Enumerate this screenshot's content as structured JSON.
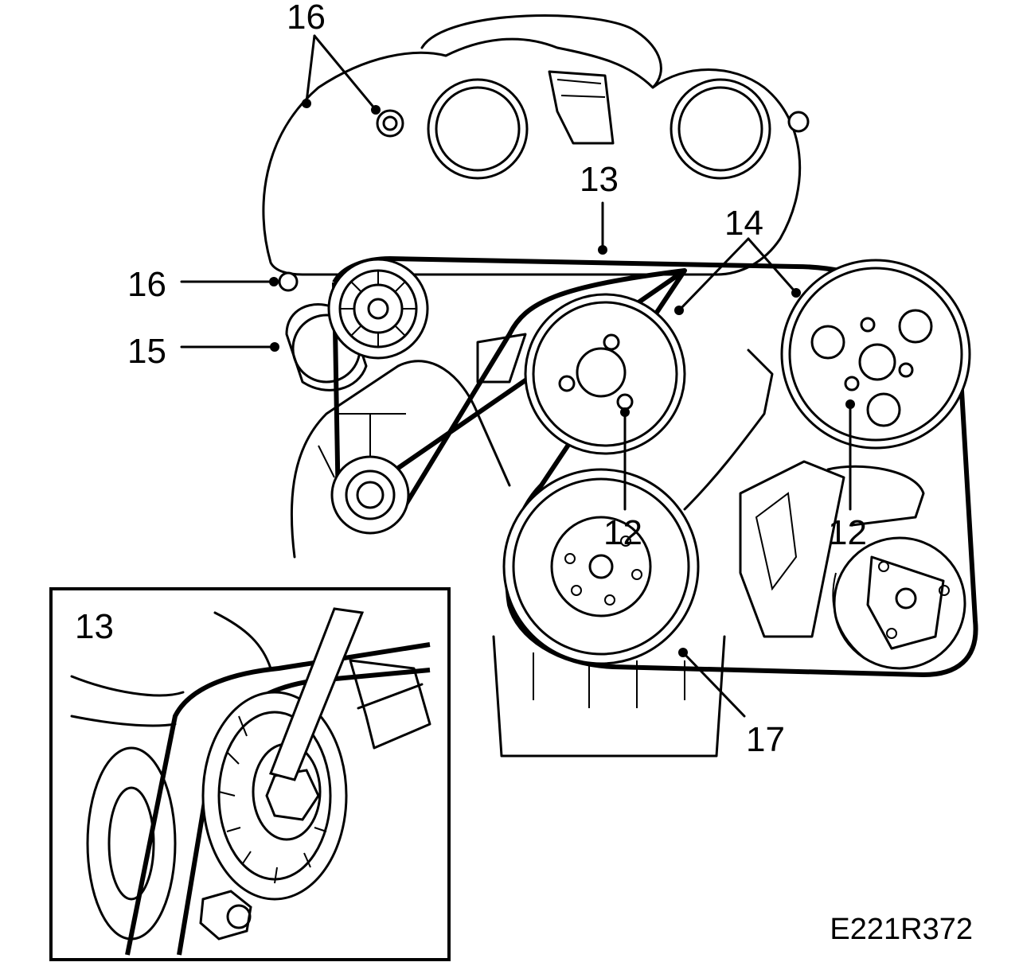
{
  "callouts": {
    "c16_top": "16",
    "c16_left": "16",
    "c15": "15",
    "c13": "13",
    "c14": "14",
    "c12_crank": "12",
    "c12_comp": "12",
    "c17": "17",
    "inset": "13"
  },
  "drawing_code": "E221R372"
}
